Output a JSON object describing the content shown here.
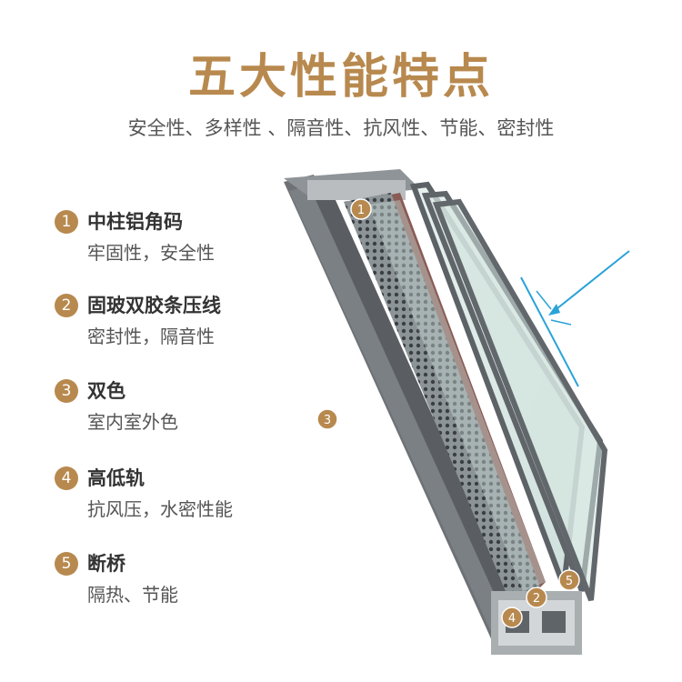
{
  "header": {
    "title": "五大性能特点",
    "subtitle": "安全性、多样性 、隔音性、抗风性、节能、密封性"
  },
  "features": [
    {
      "number": "1",
      "title": "中柱铝角码",
      "desc": "牢固性，安全性"
    },
    {
      "number": "2",
      "title": "固玻双胶条压线",
      "desc": "密封性，隔音性"
    },
    {
      "number": "3",
      "title": "双色",
      "desc": "室内室外色"
    },
    {
      "number": "4",
      "title": "高低轨",
      "desc": "抗风压，水密性能"
    },
    {
      "number": "5",
      "title": "断桥",
      "desc": "隔热、节能"
    }
  ],
  "diagram_markers": [
    "1",
    "2",
    "3",
    "4",
    "5"
  ],
  "colors": {
    "accent": "#b8894e",
    "frame": "#6e7276",
    "frame_dark": "#4d5054",
    "glass": "#dde9e6",
    "wind_arrow": "#2aa3d8"
  }
}
